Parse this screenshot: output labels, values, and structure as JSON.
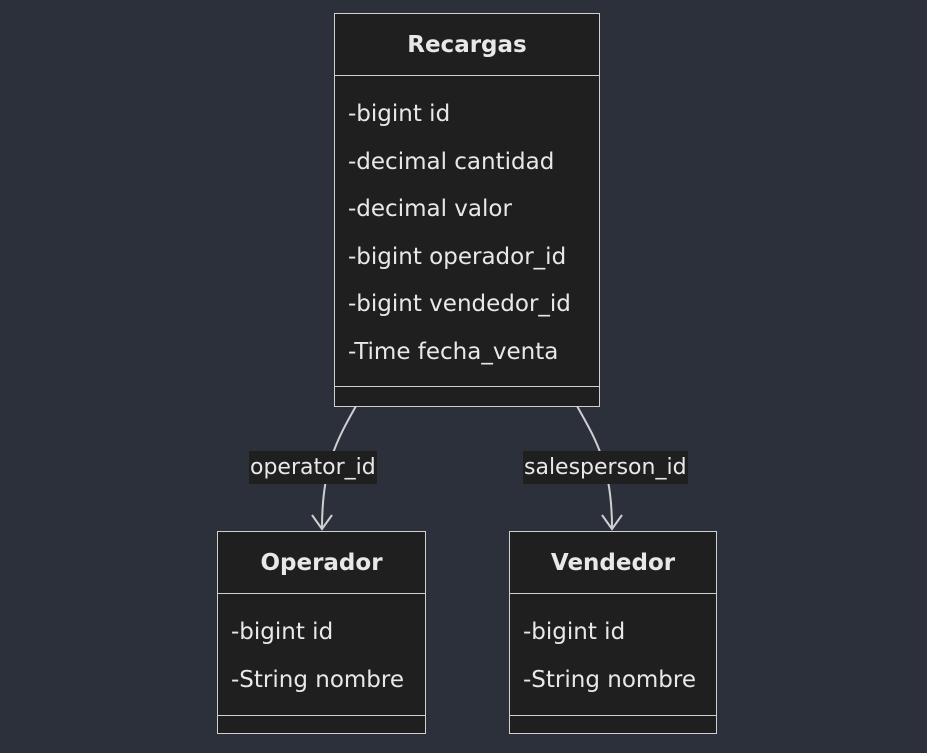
{
  "classes": {
    "recargas": {
      "name": "Recargas",
      "attributes": [
        "-bigint id",
        "-decimal cantidad",
        "-decimal valor",
        "-bigint operador_id",
        "-bigint vendedor_id",
        "-Time fecha_venta"
      ]
    },
    "operador": {
      "name": "Operador",
      "attributes": [
        "-bigint id",
        "-String nombre"
      ]
    },
    "vendedor": {
      "name": "Vendedor",
      "attributes": [
        "-bigint id",
        "-String nombre"
      ]
    }
  },
  "relations": {
    "operator": {
      "label": "operator_id"
    },
    "salesperson": {
      "label": "salesperson_id"
    }
  },
  "colors": {
    "background": "#2b303b",
    "box_fill": "#1f1f1f",
    "stroke": "#cfcfcf",
    "text": "#e8e8e8"
  }
}
